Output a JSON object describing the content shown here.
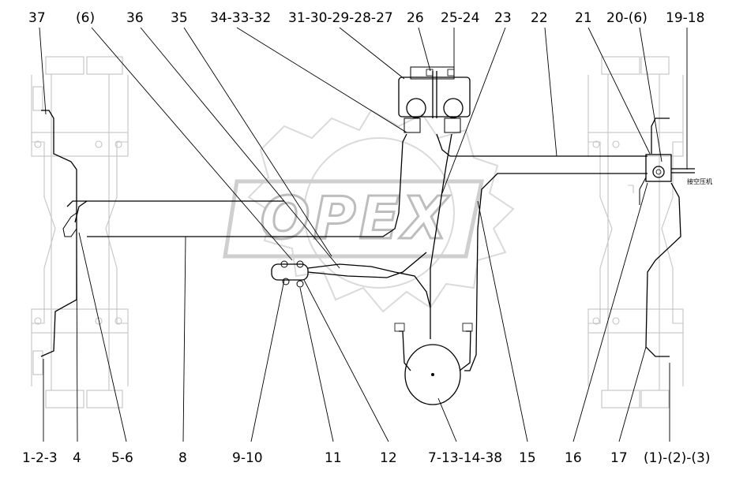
{
  "watermark": "OPEX",
  "note": "接空压机",
  "labels_top": [
    "37",
    "(6)",
    "36",
    "35",
    "34-33-32",
    "31-30-29-28-27",
    "26",
    "25-24",
    "23",
    "22",
    "21",
    "20-(6)",
    "19-18"
  ],
  "labels_bottom": [
    "1-2-3",
    "4",
    "5-6",
    "8",
    "9-10",
    "11",
    "12",
    "7-13-14-38",
    "15",
    "16",
    "17",
    "(1)-(2)-(3)"
  ]
}
